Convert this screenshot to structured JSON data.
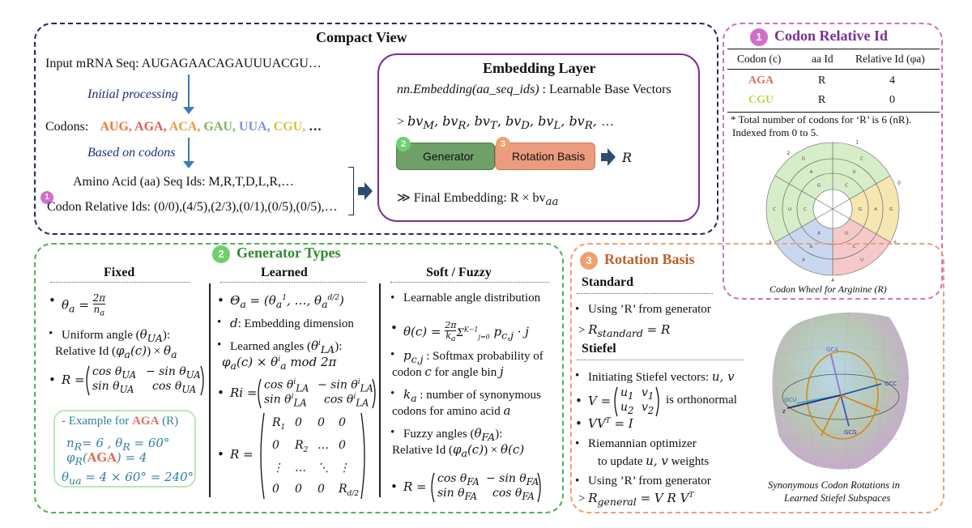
{
  "colors": {
    "navy": "#1b2b5b",
    "purple": "#7a2f96",
    "green": "#4db34d",
    "orange": "#e07a3c",
    "pink": "#d26fc9",
    "teal": "#2f8fa3"
  },
  "compact": {
    "title": "Compact View",
    "input": "Input mRNA Seq: AUGAGAACAGAUUUACGU…",
    "initial": "Initial processing",
    "codons_label": "Codons:",
    "codons": [
      {
        "t": "AUG",
        "c": "#e57a3c"
      },
      {
        "t": "AGA",
        "c": "#e05c5c"
      },
      {
        "t": "ACA",
        "c": "#e0a040"
      },
      {
        "t": "GAU",
        "c": "#7fb060"
      },
      {
        "t": "UUA",
        "c": "#7f8fe0"
      },
      {
        "t": "CGU",
        "c": "#d9c040"
      }
    ],
    "codons_tail": "…",
    "based": "Based on codons",
    "aa_ids": "Amino Acid (aa) Seq Ids: M,R,T,D,L,R,…",
    "rel_ids": "Codon Relative Ids: (0/0),(4/5),(2/3),(0/1),(0/5),(0/5),…",
    "badge": "1"
  },
  "embedding": {
    "title": "Embedding Layer",
    "line1_code": "nn.Embedding(aa_seq_ids)",
    "line1_rest": " : Learnable Base Vectors",
    "line2": "> bv",
    "subs": [
      "M",
      "R",
      "T",
      "D",
      "L",
      "R"
    ],
    "generator": "Generator",
    "rotation": "Rotation Basis",
    "gen_badge": "2",
    "rot_badge": "3",
    "r": "R",
    "final": "≫ Final Embedding: R × bv",
    "final_sub": "aa"
  },
  "relid": {
    "badge": "1",
    "title": "Codon Relative Id",
    "headers": [
      "Codon (c)",
      "aa Id",
      "Relative Id (φa)"
    ],
    "rows": [
      {
        "codon": "AGA",
        "aa": "R",
        "rel": "4"
      },
      {
        "codon": "CGU",
        "aa": "R",
        "rel": "0"
      }
    ],
    "note1": "* Total number of codons for ‘R’ is 6 (nR).",
    "note2": "Indexed from 0 to 5.",
    "wheel_caption": "Codon Wheel for Arginine (R)",
    "wheel_nums": [
      "1",
      "0",
      "2",
      "3",
      "4",
      "5"
    ],
    "wheel_letters": [
      "C",
      "G",
      "U",
      "A",
      "C",
      "G",
      "U",
      "A",
      "C",
      "G",
      "U",
      "A",
      "C",
      "G",
      "U",
      "A"
    ]
  },
  "gen": {
    "badge": "2",
    "title": "Generator Types",
    "fixed": {
      "head": "Fixed",
      "b1": "θa = 2π / na",
      "b2a": "Uniform angle (θUA):",
      "b2b": "Relative Id (φa(c)) × θa",
      "b3": "R =",
      "m": [
        "cos θUA",
        "− sin θUA",
        "sin θUA",
        "cos θUA"
      ],
      "ex_title": "- Example for ",
      "ex_codon": "AGA",
      "ex_r": " (R)",
      "ex1": "nR = 6 , θR = 60°",
      "ex2a": "φR(",
      "ex2b": "AGA",
      "ex2c": ") = 4",
      "ex3": "θua = 4 × 60° = 240°"
    },
    "learned": {
      "head": "Learned",
      "b1": "Θa = (θa1, …, θad/2)",
      "b2": "d: Embedding dimension",
      "b3a": "Learned angles (θiLA):",
      "b3b": "φa(c) × θia mod 2π",
      "b4": "Ri =",
      "m": [
        "cos θiLA",
        "− sin θiLA",
        "sin θiLA",
        "cos θiLA"
      ],
      "b5": "R =",
      "big": [
        [
          "R1",
          "0",
          "0",
          "0"
        ],
        [
          "0",
          "R2",
          "…",
          "0"
        ],
        [
          "⋮",
          "…",
          "⋱",
          "⋮"
        ],
        [
          "0",
          "0",
          "0",
          "Rd/2"
        ]
      ]
    },
    "soft": {
      "head": "Soft / Fuzzy",
      "b1": "Learnable angle distribution",
      "b2": "θ(c) = 2π/ka Σ pc,j · j",
      "b3a": "pc,j : Softmax probability of",
      "b3b": "codon c for angle bin j",
      "b4a": "ka : number of synonymous",
      "b4b": "codons for amino acid a",
      "b5a": "Fuzzy angles (θFA):",
      "b5b": "Relative Id (φa(c)) × θ(c)",
      "b6": "R =",
      "m": [
        "cos θFA",
        "− sin θFA",
        "sin θFA",
        "cos θFA"
      ]
    }
  },
  "rot": {
    "badge": "3",
    "title": "Rotation Basis",
    "standard": "Standard",
    "s1": "Using ’R’ from generator",
    "s2": "> Rstandard = R",
    "stiefel": "Stiefel",
    "t1": "Initiating Stiefel vectors: u, v",
    "t2a": "V =",
    "t2m": [
      "u1",
      "v1",
      "u2",
      "v2"
    ],
    "t2b": "is orthonormal",
    "t3": "VVT = I",
    "t4a": "Riemannian optimizer",
    "t4b": "to update u, v weights",
    "t5": "Using ’R’ from generator",
    "t6": "> Rgeneral = V R VT",
    "sphere_caption1": "Synonymous Codon Rotations in",
    "sphere_caption2": "Learned Stiefel Subspaces",
    "sphere_labels": [
      "GCA",
      "GCC",
      "GCU",
      "GCG",
      "z"
    ]
  }
}
